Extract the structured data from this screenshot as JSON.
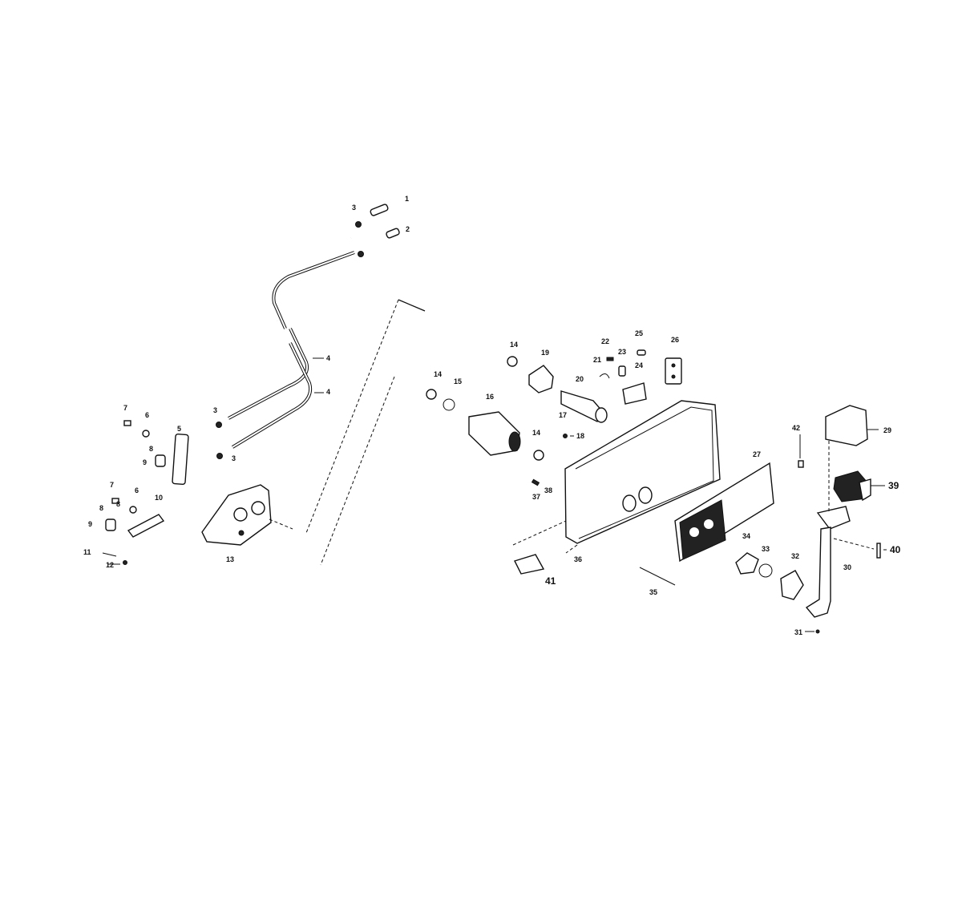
{
  "labels": {
    "l1": "1",
    "l2": "2",
    "l3a": "3",
    "l3b": "3",
    "l3c": "3",
    "l4a": "4",
    "l4b": "4",
    "l5": "5",
    "l6a": "6",
    "l6b": "6",
    "l7a": "7",
    "l7b": "7",
    "l8a": "8",
    "l8b": "8",
    "l8c": "8",
    "l9a": "9",
    "l9b": "9",
    "l10": "10",
    "l11": "11",
    "l12": "12",
    "l13": "13",
    "l14a": "14",
    "l14b": "14",
    "l14c": "14",
    "l15": "15",
    "l16": "16",
    "l17": "17",
    "l18": "18",
    "l19": "19",
    "l20": "20",
    "l21": "21",
    "l22": "22",
    "l23": "23",
    "l24": "24",
    "l25": "25",
    "l26": "26",
    "l27": "27",
    "l29": "29",
    "l30": "30",
    "l31": "31",
    "l32": "32",
    "l33": "33",
    "l34": "34",
    "l35": "35",
    "l36": "36",
    "l37": "37",
    "l38": "38",
    "l39": "39",
    "l40": "40",
    "l41": "41",
    "l42": "42"
  },
  "colors": {
    "ink": "#111111",
    "paper": "#ffffff"
  }
}
